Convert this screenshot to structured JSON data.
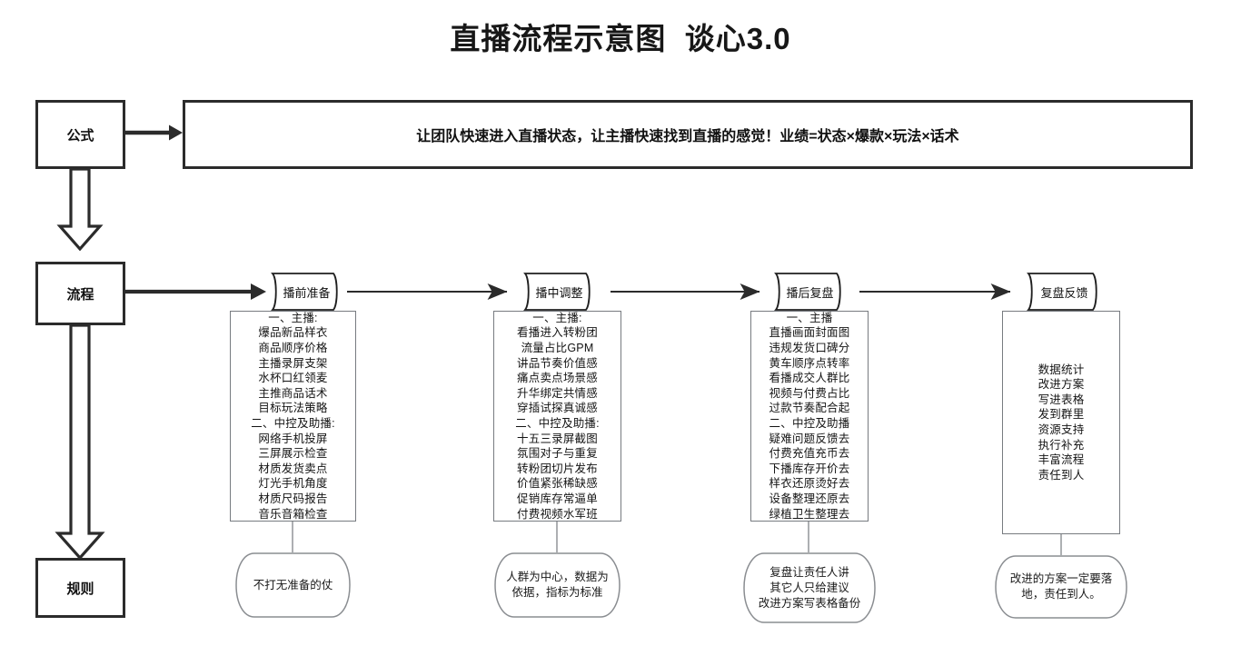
{
  "page": {
    "title": "直播流程示意图  谈心3.0",
    "bg_color": "#ffffff",
    "stroke_dark": "#2b2b2b",
    "stroke_light": "#777b80"
  },
  "left_nodes": [
    {
      "id": "formula",
      "label": "公式"
    },
    {
      "id": "process",
      "label": "流程"
    },
    {
      "id": "rules",
      "label": "规则"
    }
  ],
  "formula_banner": {
    "text": "让团队快速进入直播状态，让主播快速找到直播的感觉！业绩=状态×爆款×玩法×话术"
  },
  "stages": [
    {
      "id": "pre-broadcast",
      "label": "播前准备",
      "lines": [
        "一、主播:",
        "爆品新品样衣",
        "商品顺序价格",
        "主播录屏支架",
        "水杯口红领麦",
        "主推商品话术",
        "目标玩法策略",
        "二、中控及助播:",
        "网络手机投屏",
        "三屏展示检查",
        "材质发货卖点",
        "灯光手机角度",
        "材质尺码报告",
        "音乐音箱检查"
      ],
      "rule_lines": [
        "不打无准备的仗"
      ]
    },
    {
      "id": "in-broadcast",
      "label": "播中调整",
      "lines": [
        "一、主播:",
        "看播进入转粉团",
        "流量占比GPM",
        "讲品节奏价值感",
        "痛点卖点场景感",
        "升华绑定共情感",
        "穿插试探真诚感",
        "二、中控及助播:",
        "十五三录屏截图",
        "氛围对子与重复",
        "转粉团切片发布",
        "价值紧张稀缺感",
        "促销库存常逼单",
        "付费视频水军班"
      ],
      "rule_lines": [
        "人群为中心，数据为",
        "依据，指标为标准"
      ]
    },
    {
      "id": "post-broadcast",
      "label": "播后复盘",
      "lines": [
        "一、主播",
        "直播画面封面图",
        "违规发货口碑分",
        "黄车顺序点转率",
        "看播成交人群比",
        "视频与付费占比",
        "过款节奏配合起",
        "二、中控及助播",
        "疑难问题反馈去",
        "付费充值充币去",
        "下播库存开价去",
        "样衣还原烫好去",
        "设备整理还原去",
        "绿植卫生整理去"
      ],
      "rule_lines": [
        "复盘让责任人讲",
        "其它人只给建议",
        "改进方案写表格备份"
      ]
    },
    {
      "id": "review-feedback",
      "label": "复盘反馈",
      "lines": [
        "数据统计",
        "改进方案",
        "写进表格",
        "发到群里",
        "资源支持",
        "执行补充",
        "丰富流程",
        "责任到人"
      ],
      "rule_lines": [
        "改进的方案一定要落",
        "地，责任到人。"
      ]
    }
  ]
}
